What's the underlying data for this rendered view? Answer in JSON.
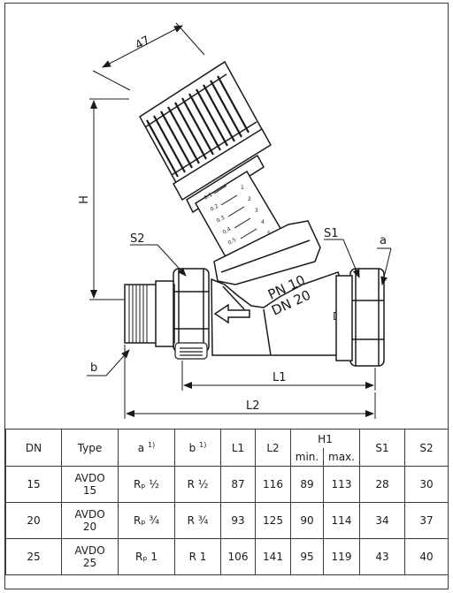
{
  "drawing": {
    "dim_47": "47",
    "dim_H": "H",
    "label_S2": "S2",
    "label_S1": "S1",
    "label_a": "a",
    "label_b": "b",
    "dim_L1": "L1",
    "dim_L2": "L2",
    "label_D": "D",
    "marking_pn": "PN 10",
    "marking_dn": "DN 20",
    "scale_marks": [
      "0.1",
      "0.2",
      "0.3",
      "0.4",
      "0.5",
      "1",
      "2",
      "3",
      "4",
      "5"
    ]
  },
  "table": {
    "headers": {
      "dn": "DN",
      "type": "Type",
      "a": "a",
      "a_note": "1)",
      "b": "b",
      "b_note": "1)",
      "l1": "L1",
      "l2": "L2",
      "h1": "H1",
      "h1_min": "min.",
      "h1_max": "max.",
      "s1": "S1",
      "s2": "S2"
    },
    "rows": [
      {
        "dn": "15",
        "type_line1": "AVDO",
        "type_line2": "15",
        "a": "Rₚ ½",
        "b": "R ½",
        "l1": "87",
        "l2": "116",
        "h1_min": "89",
        "h1_max": "113",
        "s1": "28",
        "s2": "30"
      },
      {
        "dn": "20",
        "type_line1": "AVDO",
        "type_line2": "20",
        "a": "Rₚ ¾",
        "b": "R ¾",
        "l1": "93",
        "l2": "125",
        "h1_min": "90",
        "h1_max": "114",
        "s1": "34",
        "s2": "37"
      },
      {
        "dn": "25",
        "type_line1": "AVDO",
        "type_line2": "25",
        "a": "Rₚ 1",
        "b": "R 1",
        "l1": "106",
        "l2": "141",
        "h1_min": "95",
        "h1_max": "119",
        "s1": "43",
        "s2": "40"
      }
    ]
  }
}
